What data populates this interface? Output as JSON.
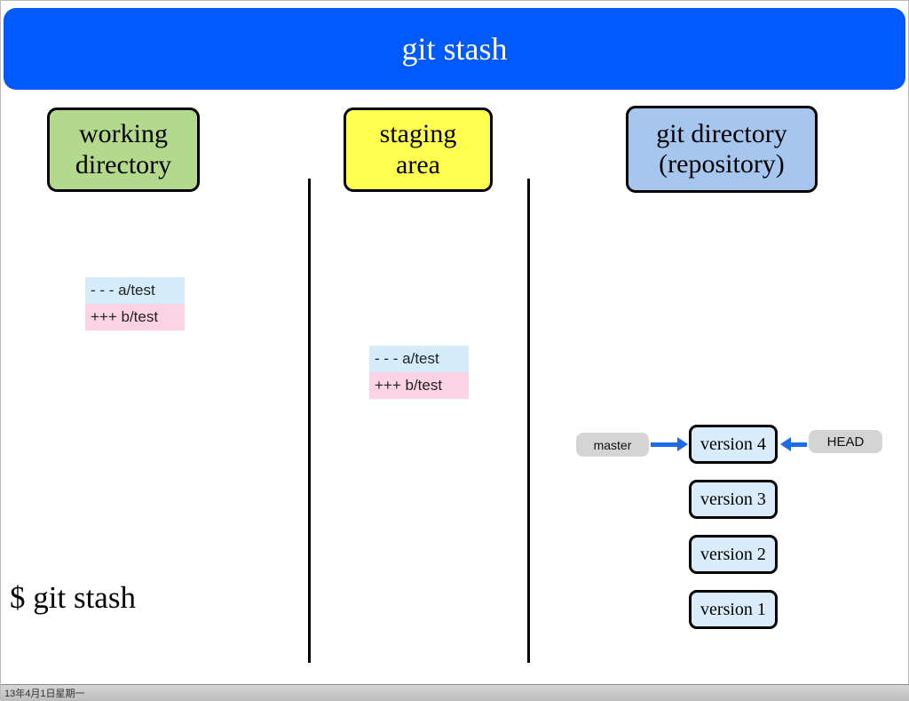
{
  "slide": {
    "title": "git stash",
    "command": "$ git stash",
    "footer": "13年4月1日星期一"
  },
  "columns": {
    "working": {
      "label": "working\ndirectory"
    },
    "staging": {
      "label": "staging\narea"
    },
    "git": {
      "label": "git directory\n(repository)"
    }
  },
  "diffs": {
    "working": {
      "removed": "- - - a/test",
      "added": "+++ b/test"
    },
    "staging": {
      "removed": "- - - a/test",
      "added": "+++ b/test"
    }
  },
  "repository": {
    "branch_label": "master",
    "head_label": "HEAD",
    "versions": [
      "version 4",
      "version 3",
      "version 2",
      "version 1"
    ]
  },
  "colors": {
    "header_bg": "#015afe",
    "working_bg": "#b3d98c",
    "staging_bg": "#ffff50",
    "git_bg": "#a6c6ee",
    "diff_removed_bg": "#d5edfb",
    "diff_added_bg": "#fbd3e2",
    "version_bg": "#d9ecfb",
    "pointer_label_bg": "#d4d4d4",
    "arrow": "#1e6be6"
  }
}
